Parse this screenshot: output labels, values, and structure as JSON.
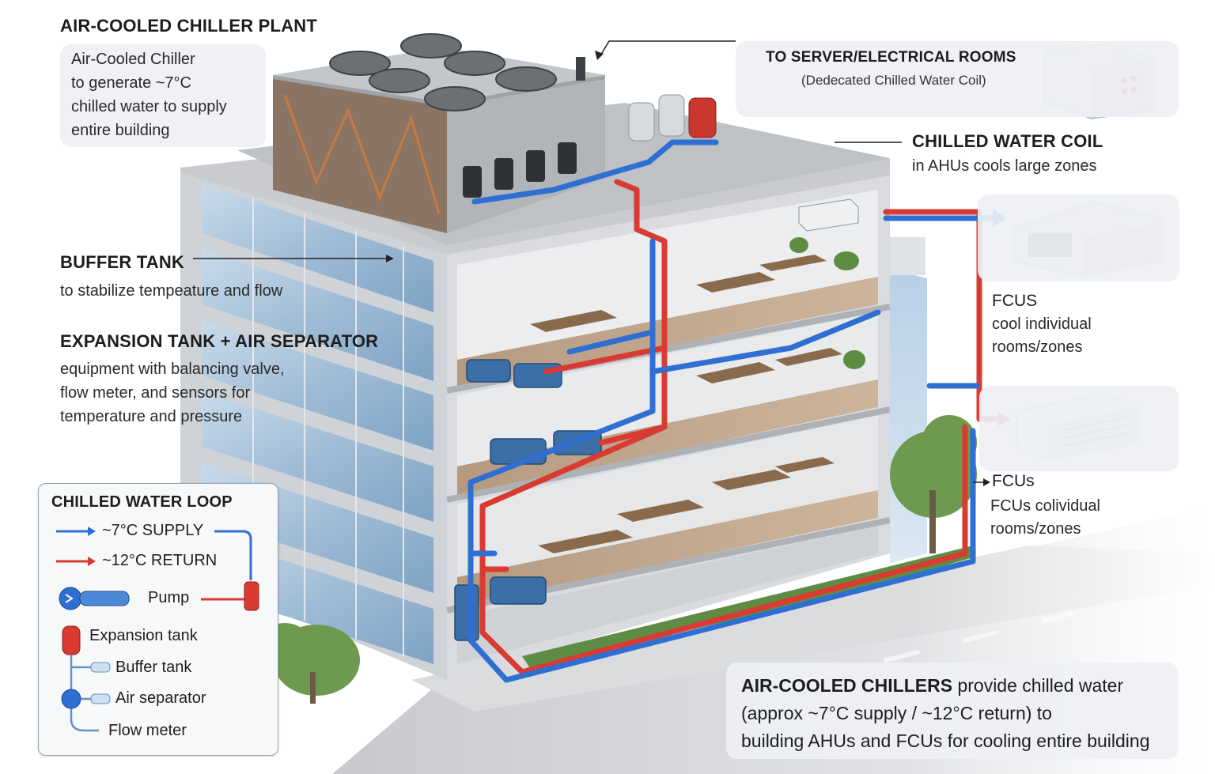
{
  "colors": {
    "supply": "#2f6fd1",
    "return": "#d93a32",
    "glass": "#9fbcd6",
    "concrete": "#d7d9dc"
  },
  "labels": {
    "chiller_plant": {
      "title": "AIR-COOLED CHILLER PLANT",
      "lines": [
        "Air-Cooled Chiller",
        "to generate ~7°C",
        "chilled water to supply",
        "entire building"
      ]
    },
    "server_rooms": {
      "title": "TO SERVER/ELECTRICAL ROOMS",
      "sub": "(Dedecated  Chilled Water Coil)"
    },
    "chilled_coil": {
      "title": "CHILLED WATER COIL",
      "sub": "in AHUs cools large zones"
    },
    "buffer_tank": {
      "title": "BUFFER TANK",
      "sub": "to stabilize tempeature and flow"
    },
    "expansion_tank": {
      "title": "EXPANSION TANK + AIR SEPARATOR",
      "lines": [
        "equipment with balancing valve,",
        "flow meter, and sensors for",
        "temperature and pressure"
      ]
    },
    "fcus_upper": {
      "title": "FCUS",
      "lines": [
        "cool individual",
        "rooms/zones"
      ]
    },
    "fcus_lower": {
      "title": "FCUs",
      "lines": [
        "FCUs colividual",
        "rooms/zones"
      ]
    },
    "summary": {
      "strong": "AIR-COOLED CHILLERS",
      "line1_rest": " provide chilled water",
      "line2": "(approx ~7°C supply / ~12°C return) to",
      "line3": "building AHUs and FCUs for cooling entire building"
    }
  },
  "legend": {
    "title": "CHILLED WATER LOOP",
    "supply": "~7°C SUPPLY",
    "return": "~12°C RETURN",
    "pump": "Pump",
    "expansion": "Expansion tank",
    "buffer": "Buffer tank",
    "separator": "Air separator",
    "flow_meter": "Flow meter"
  }
}
